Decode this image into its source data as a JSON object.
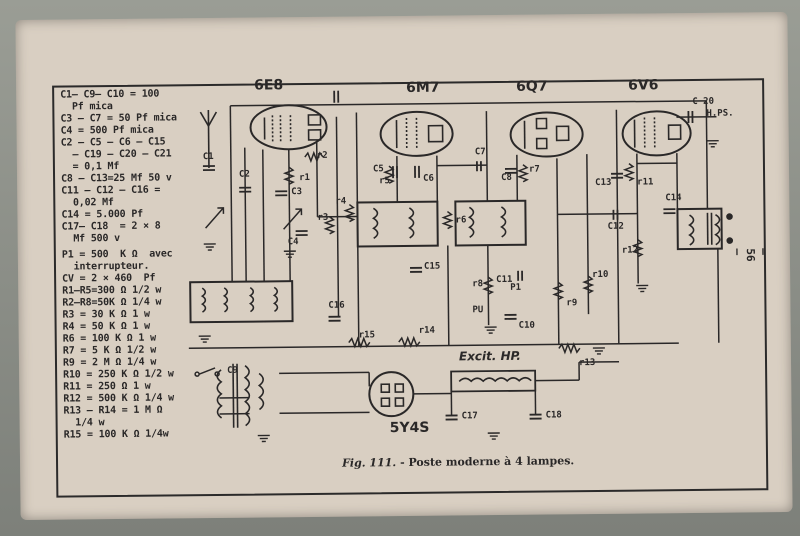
{
  "parts_list": [
    "C1— C9— C10 = 100",
    "  Pf mica",
    "C3 — C7 = 50 Pf mica",
    "C4 = 500 Pf mica",
    "C2 — C5 — C6 — C15",
    "  — C19 — C20 — C21",
    "  = 0,1 Mf",
    "C8 — C13=25 Mf 50 v",
    "C11 — C12 — C16 =",
    "  0,02 Mf",
    "C14 = 5.000 Pf",
    "C17— C18  = 2 × 8",
    "  Mf 500 v",
    "",
    "P1 = 500  K Ω  avec",
    "  interrupteur.",
    "CV = 2 × 460  Pf",
    "R1—R5=300 Ω 1/2 w",
    "R2—R8=50K Ω 1/4 w",
    "R3 = 30 K Ω 1 w",
    "R4 = 50 K Ω 1 w",
    "R6 = 100 K Ω 1 w",
    "R7 = 5 K Ω 1/2 w",
    "R9 = 2 M Ω 1/4 w",
    "R10 = 250 K Ω 1/2 w",
    "R11 = 250 Ω 1 w",
    "R12 = 500 K Ω 1/4 w",
    "R13 — R14 = 1 M Ω",
    "  1/4 w",
    "R15 = 100 K Ω 1/4w"
  ],
  "tubes": {
    "t1": "6E8",
    "t2": "6M7",
    "t3": "6Q7",
    "t4": "6V6",
    "rect": "5Y4S"
  },
  "labels": {
    "c1": "C1",
    "c2": "C2",
    "c3": "C3",
    "c4": "C4",
    "c5": "C5",
    "c6": "C6",
    "c7": "C7",
    "c8": "C8",
    "c10": "C10",
    "c11": "C11",
    "c12": "C12",
    "c13": "C13",
    "c14": "C14",
    "c15": "C15",
    "c16": "C16",
    "c17": "C17",
    "c18": "C18",
    "c20": "C 20",
    "c9": "C9",
    "r1": "r1",
    "r2": "r2",
    "r3": "r3",
    "r4": "r4",
    "r5": "r5",
    "r6": "r6",
    "r7": "r7",
    "r8": "r8",
    "r9": "r9",
    "r10": "r10",
    "r11": "r11",
    "r12": "r12",
    "r13": "r13",
    "r14": "r14",
    "r15": "r15",
    "p1": "P1",
    "pu": "PU",
    "hps": "H.PS.",
    "excit": "Excit. HP."
  },
  "caption": {
    "fig": "Fig. 111.",
    "text": " - Poste moderne à 4 lampes."
  },
  "page_number": "— 56 —"
}
